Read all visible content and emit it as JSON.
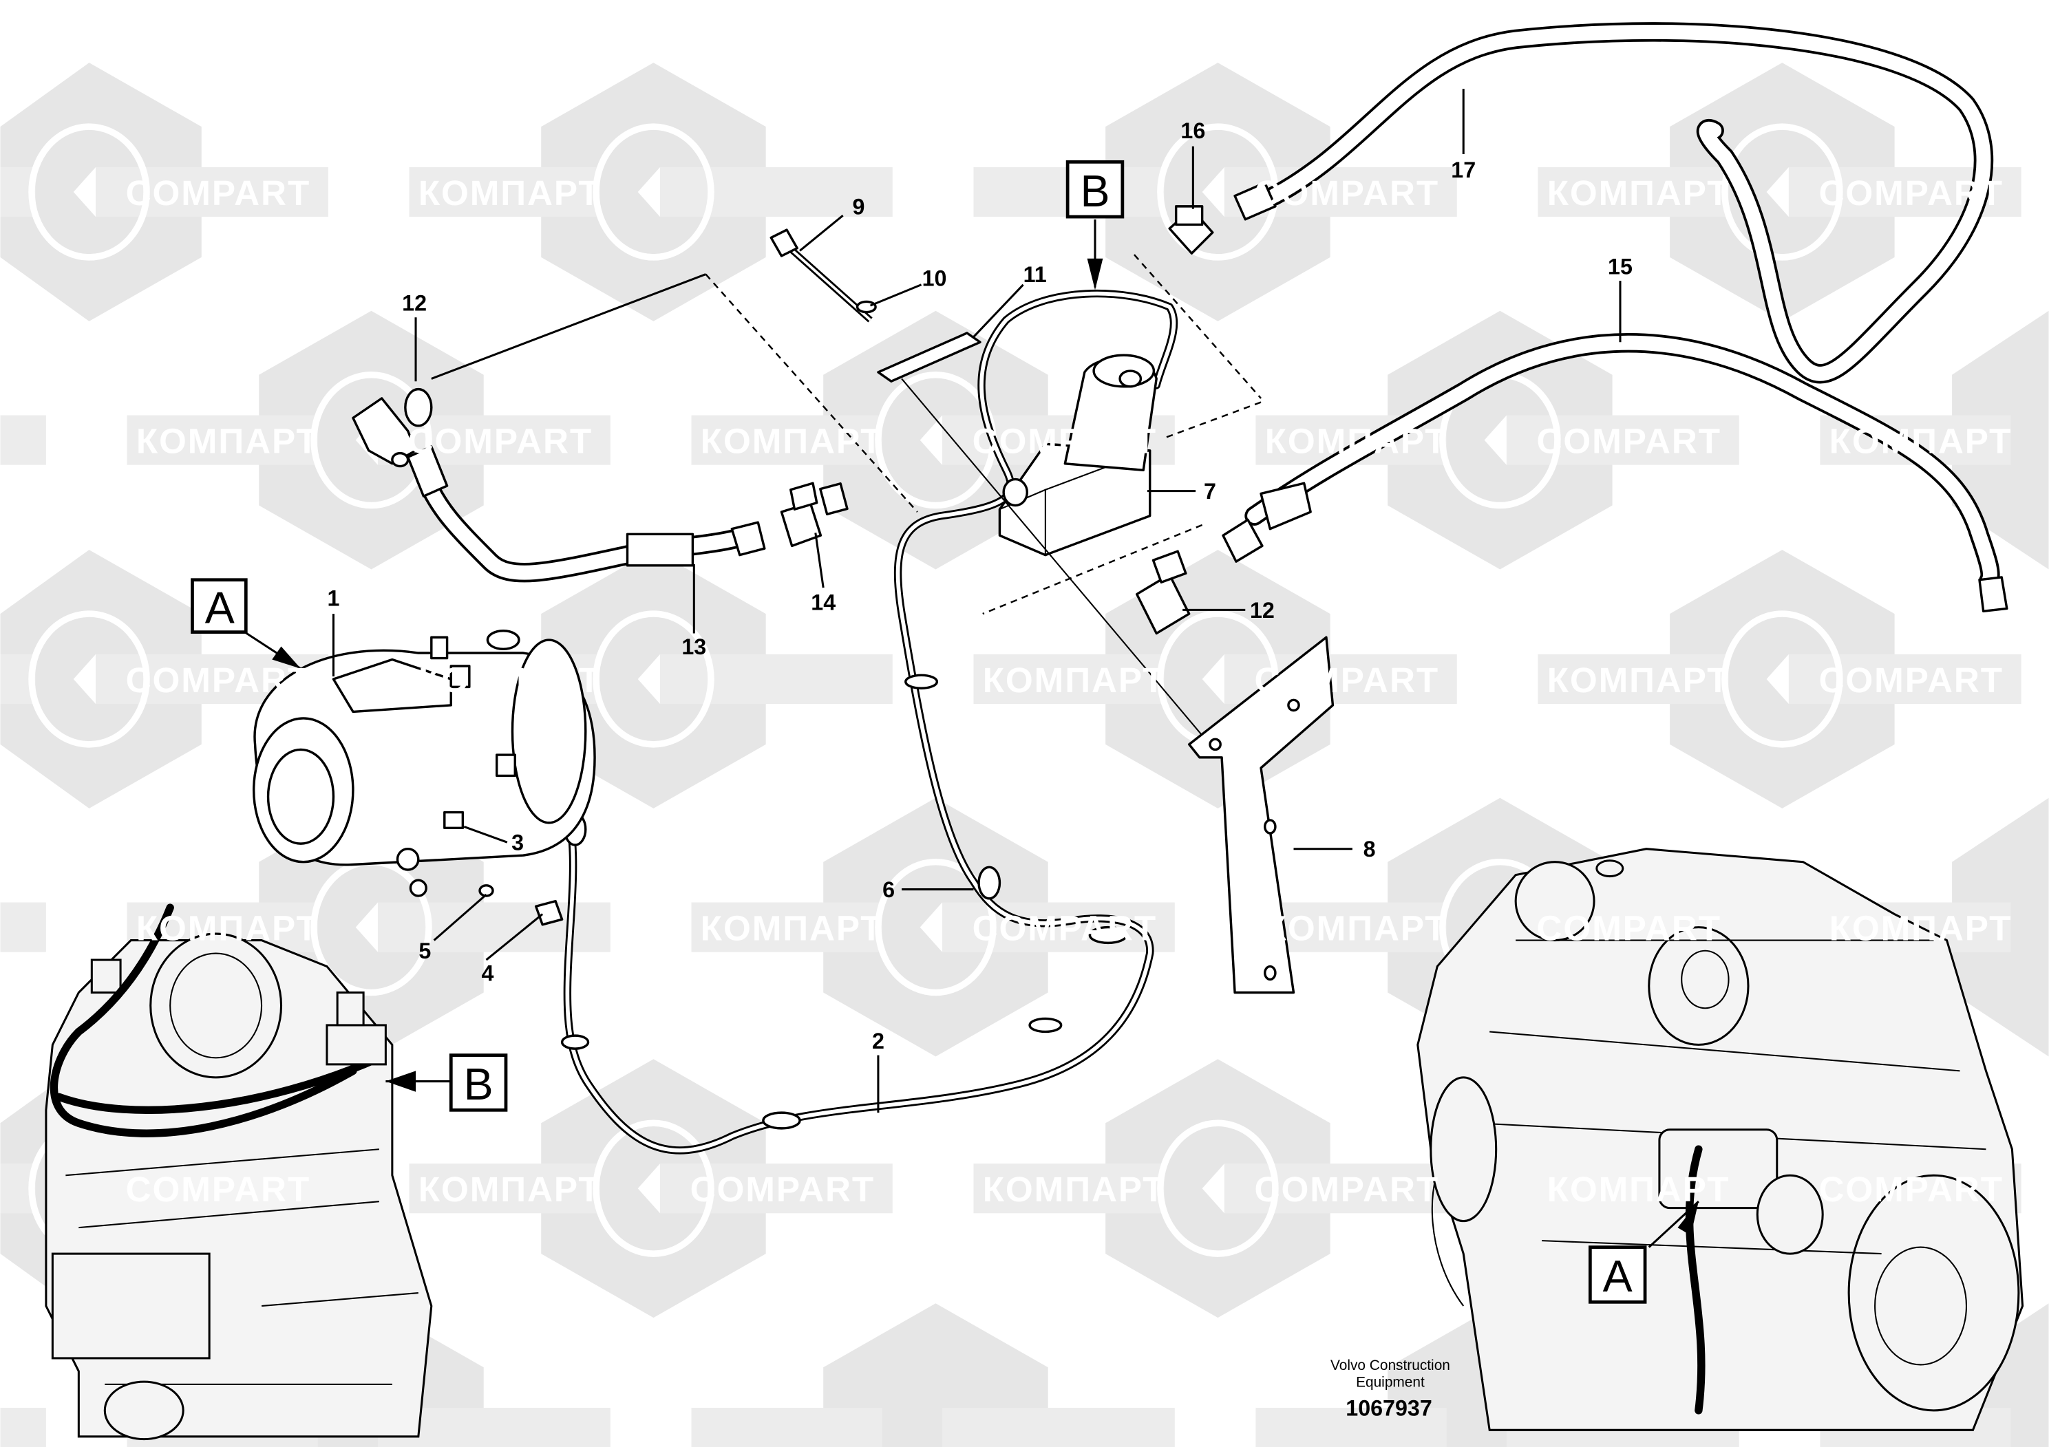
{
  "watermark": {
    "latin": "COMPART",
    "cyrillic": "КОМПАРТ",
    "hex_color": "#e6e6e6",
    "bar_color": "#ececec"
  },
  "callouts": {
    "a": "A",
    "b": "B"
  },
  "labels": {
    "p1": "1",
    "p2": "2",
    "p3": "3",
    "p4": "4",
    "p5": "5",
    "p6": "6",
    "p7": "7",
    "p8": "8",
    "p9": "9",
    "p10": "10",
    "p11": "11",
    "p12a": "12",
    "p12b": "12",
    "p13": "13",
    "p14": "14",
    "p15": "15",
    "p16": "16",
    "p17": "17"
  },
  "footer": {
    "company_line1": "Volvo Construction",
    "company_line2": "Equipment",
    "drawing_number": "1067937"
  }
}
